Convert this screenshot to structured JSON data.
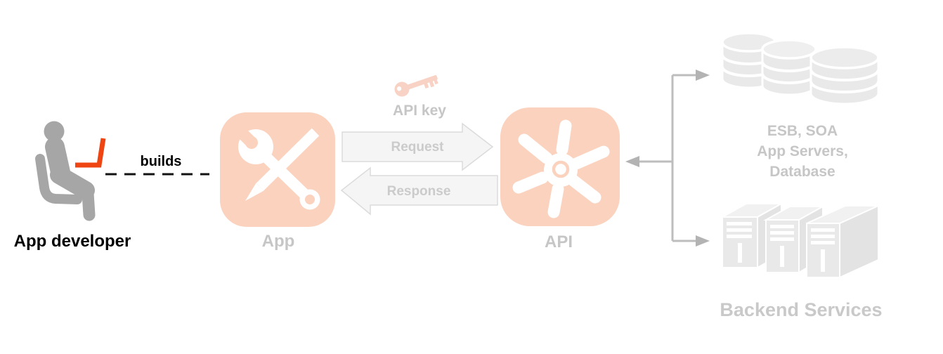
{
  "developer": {
    "label": "App developer",
    "action_label": "builds"
  },
  "app": {
    "label": "App"
  },
  "exchange": {
    "api_key_label": "API key",
    "request_label": "Request",
    "response_label": "Response"
  },
  "api": {
    "label": "API"
  },
  "backend": {
    "esb_lines": [
      "ESB, SOA",
      "App Servers,",
      "Database"
    ],
    "services_label": "Backend Services"
  },
  "colors": {
    "accent_orange": "#EE4512",
    "icon_salmon": "#FBD2BE",
    "key_salmon": "#F8D2C4",
    "silhouette_gray": "#A6A6A6",
    "faded_label_gray": "#C6C6C6",
    "backend_icon_gray": "#E9E9E9",
    "connector_gray": "#BDBDBD",
    "arrow_fill": "#F5F5F5",
    "arrow_stroke": "#DBDBDB",
    "text_black": "#000000"
  }
}
